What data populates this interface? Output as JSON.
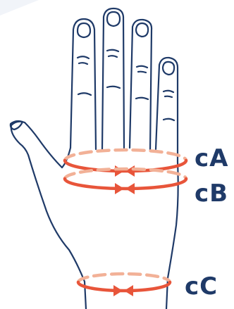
{
  "colors": {
    "outline": "#1f3a68",
    "accent": "#e8553a",
    "accent_light": "#f2b197",
    "corner": "#f1f4f9",
    "label": "#1f3a68"
  },
  "icons": {
    "hand": "hand-outline-icon",
    "arrow": "double-arrow-icon"
  },
  "measurements": [
    {
      "id": "cA",
      "label": "cA"
    },
    {
      "id": "cB",
      "label": "cB"
    },
    {
      "id": "cC",
      "label": "cC"
    }
  ]
}
